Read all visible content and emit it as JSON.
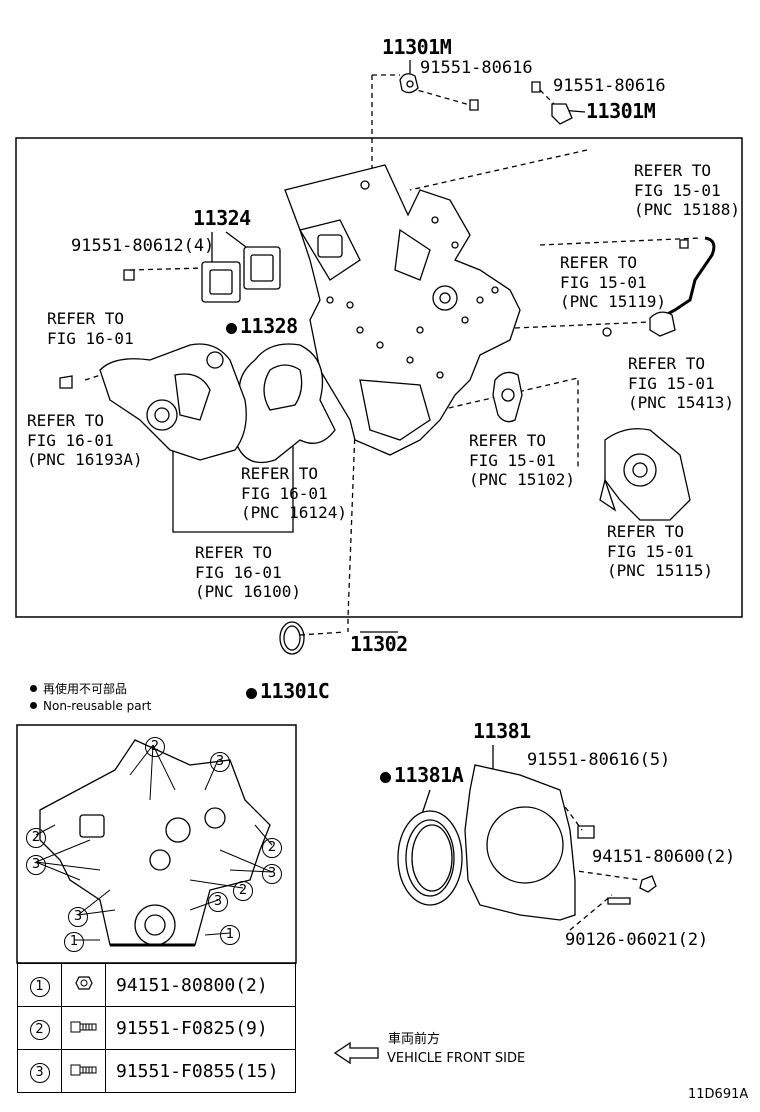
{
  "parts": {
    "p11301m_top": "11301M",
    "p91551_80616_a": "91551-80616",
    "p91551_80616_b": "91551-80616",
    "p11301m_right": "11301M",
    "p11324": "11324",
    "p91551_80612": "91551-80612(4)",
    "p11328": "11328",
    "p11302": "11302",
    "p11301c": "11301C",
    "p11381": "11381",
    "p11381a": "11381A",
    "p91551_80616_5": "91551-80616(5)",
    "p94151_80600": "94151-80600(2)",
    "p90126_06021": "90126-06021(2)",
    "diagram_id": "11D691A"
  },
  "refs": {
    "r15188": [
      "REFER TO",
      "FIG 15-01",
      "(PNC 15188)"
    ],
    "r15119": [
      "REFER TO",
      "FIG 15-01",
      "(PNC 15119)"
    ],
    "r16_01_left": [
      "REFER TO",
      "FIG 16-01"
    ],
    "r15413": [
      "REFER TO",
      "FIG 15-01",
      "(PNC 15413)"
    ],
    "r16193a": [
      "REFER TO",
      "FIG 16-01",
      "(PNC 16193A)"
    ],
    "r15102": [
      "REFER TO",
      "FIG 15-01",
      "(PNC 15102)"
    ],
    "r16124": [
      "REFER TO",
      "FIG 16-01",
      "(PNC 16124)"
    ],
    "r15115": [
      "REFER TO",
      "FIG 15-01",
      "(PNC 15115)"
    ],
    "r16100": [
      "REFER TO",
      "FIG 16-01",
      "(PNC 16100)"
    ]
  },
  "notes": {
    "nonreusable_jp": "再使用不可部品",
    "nonreusable_en": "Non-reusable part",
    "front_jp": "車両前方",
    "front_en": "VEHICLE FRONT SIDE"
  },
  "legend": [
    {
      "num": "1",
      "part": "94151-80800(2)"
    },
    {
      "num": "2",
      "part": "91551-F0825(9)"
    },
    {
      "num": "3",
      "part": "91551-F0855(15)"
    }
  ],
  "inset_callouts": [
    "1",
    "2",
    "3"
  ]
}
